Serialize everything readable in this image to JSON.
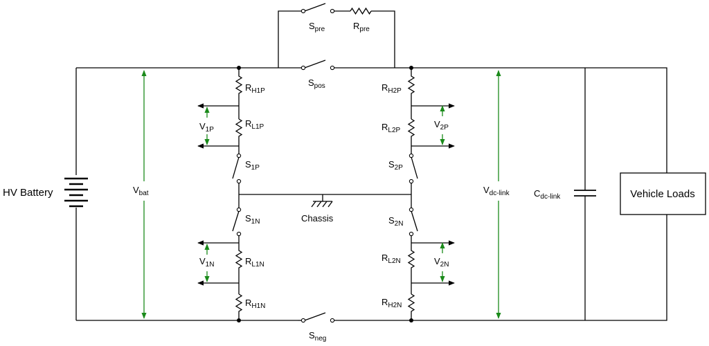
{
  "labels": {
    "battery": "HV Battery",
    "vbat_main": "V",
    "vbat_sub": "bat",
    "vdc_main": "V",
    "vdc_sub": "dc-link",
    "cdc_main": "C",
    "cdc_sub": "dc-link",
    "loads": "Vehicle Loads",
    "chassis": "Chassis",
    "spre_main": "S",
    "spre_sub": "pre",
    "rpre_main": "R",
    "rpre_sub": "pre",
    "spos_main": "S",
    "spos_sub": "pos",
    "sneg_main": "S",
    "sneg_sub": "neg",
    "rh1p_main": "R",
    "rh1p_sub": "H1P",
    "rl1p_main": "R",
    "rl1p_sub": "L1P",
    "s1p_main": "S",
    "s1p_sub": "1P",
    "v1p_main": "V",
    "v1p_sub": "1P",
    "s1n_main": "S",
    "s1n_sub": "1N",
    "rl1n_main": "R",
    "rl1n_sub": "L1N",
    "rh1n_main": "R",
    "rh1n_sub": "H1N",
    "v1n_main": "V",
    "v1n_sub": "1N",
    "rh2p_main": "R",
    "rh2p_sub": "H2P",
    "rl2p_main": "R",
    "rl2p_sub": "L2P",
    "s2p_main": "S",
    "s2p_sub": "2P",
    "v2p_main": "V",
    "v2p_sub": "2P",
    "s2n_main": "S",
    "s2n_sub": "2N",
    "rl2n_main": "R",
    "rl2n_sub": "L2N",
    "rh2n_main": "R",
    "rh2n_sub": "H2N",
    "v2n_main": "V",
    "v2n_sub": "2N"
  },
  "colors": {
    "wire": "#000000",
    "voltage_arrow": "#1a8a1a"
  }
}
